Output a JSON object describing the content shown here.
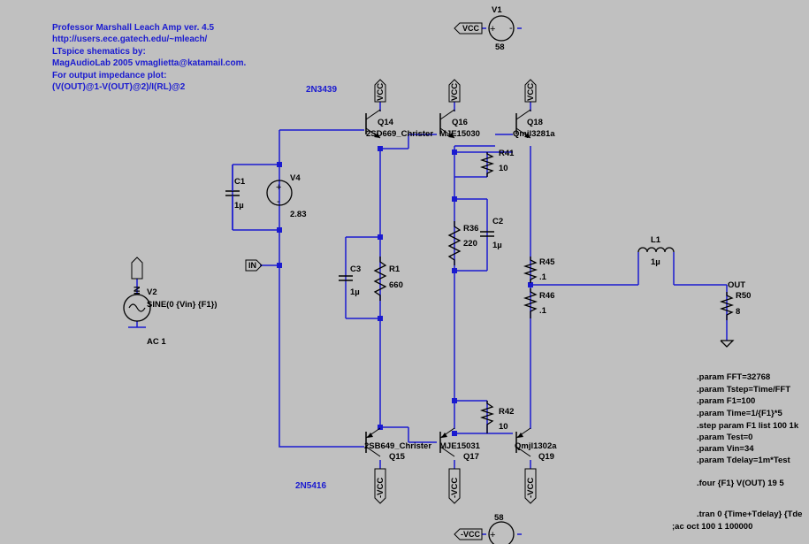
{
  "header_notes": [
    "Professor Marshall Leach Amp ver. 4.5",
    "http://users.ece.gatech.edu/~mleach/",
    "LTspice shematics by:",
    "MagAudioLab 2005 vmaglietta@katamail.com.",
    "For output impedance plot:",
    "(V(OUT)@1-V(OUT)@2)/I(RL)@2"
  ],
  "transistor_notes": {
    "top": "2N3439",
    "bottom": "2N5416"
  },
  "sources": {
    "v1": {
      "name": "V1",
      "label": "VCC",
      "value": "58"
    },
    "v_bottom": {
      "label": "-VCC",
      "value": "58"
    },
    "v2": {
      "name": "V2",
      "value": "SINE(0 {Vin} {F1})",
      "ac": "AC 1",
      "port": "IN"
    },
    "v4": {
      "name": "V4",
      "value": "2.83"
    }
  },
  "input_port": "IN",
  "output_port": "OUT",
  "rails": {
    "vcc": "VCC",
    "neg_vcc": "-VCC"
  },
  "transistors": [
    {
      "name": "Q14",
      "model": "2SD669_Christer"
    },
    {
      "name": "Q16",
      "model": "MJE15030"
    },
    {
      "name": "Q18",
      "model": "Qmjl3281a"
    },
    {
      "name": "Q15",
      "model": "2SB649_Christer"
    },
    {
      "name": "Q17",
      "model": "MJE15031"
    },
    {
      "name": "Q19",
      "model": "Qmjl1302a"
    }
  ],
  "components": {
    "c1": {
      "name": "C1",
      "value": "1µ"
    },
    "c2": {
      "name": "C2",
      "value": "1µ"
    },
    "c3": {
      "name": "C3",
      "value": "1µ"
    },
    "r1": {
      "name": "R1",
      "value": "660"
    },
    "r36": {
      "name": "R36",
      "value": "220"
    },
    "r41": {
      "name": "R41",
      "value": "10"
    },
    "r42": {
      "name": "R42",
      "value": "10"
    },
    "r45": {
      "name": "R45",
      "value": ".1"
    },
    "r46": {
      "name": "R46",
      "value": ".1"
    },
    "r50": {
      "name": "R50",
      "value": "8"
    },
    "l1": {
      "name": "L1",
      "value": "1µ"
    }
  },
  "directives": [
    ".param FFT=32768",
    ".param Tstep=Time/FFT",
    ".param F1=100",
    ".param Time=1/{F1}*5",
    ".step param F1 list 100 1k",
    ".param Test=0",
    ".param Vin=34",
    ".param Tdelay=1m*Test",
    ".four {F1} V(OUT) 19 5",
    ".tran 0 {Time+Tdelay} {Tde",
    ";ac oct 100 1 100000"
  ],
  "colors": {
    "background": "#c0c0c0",
    "wire": "#1a1ad0",
    "junction": "#1a1ad0",
    "text": "#000000",
    "note": "#1a1ad0"
  }
}
